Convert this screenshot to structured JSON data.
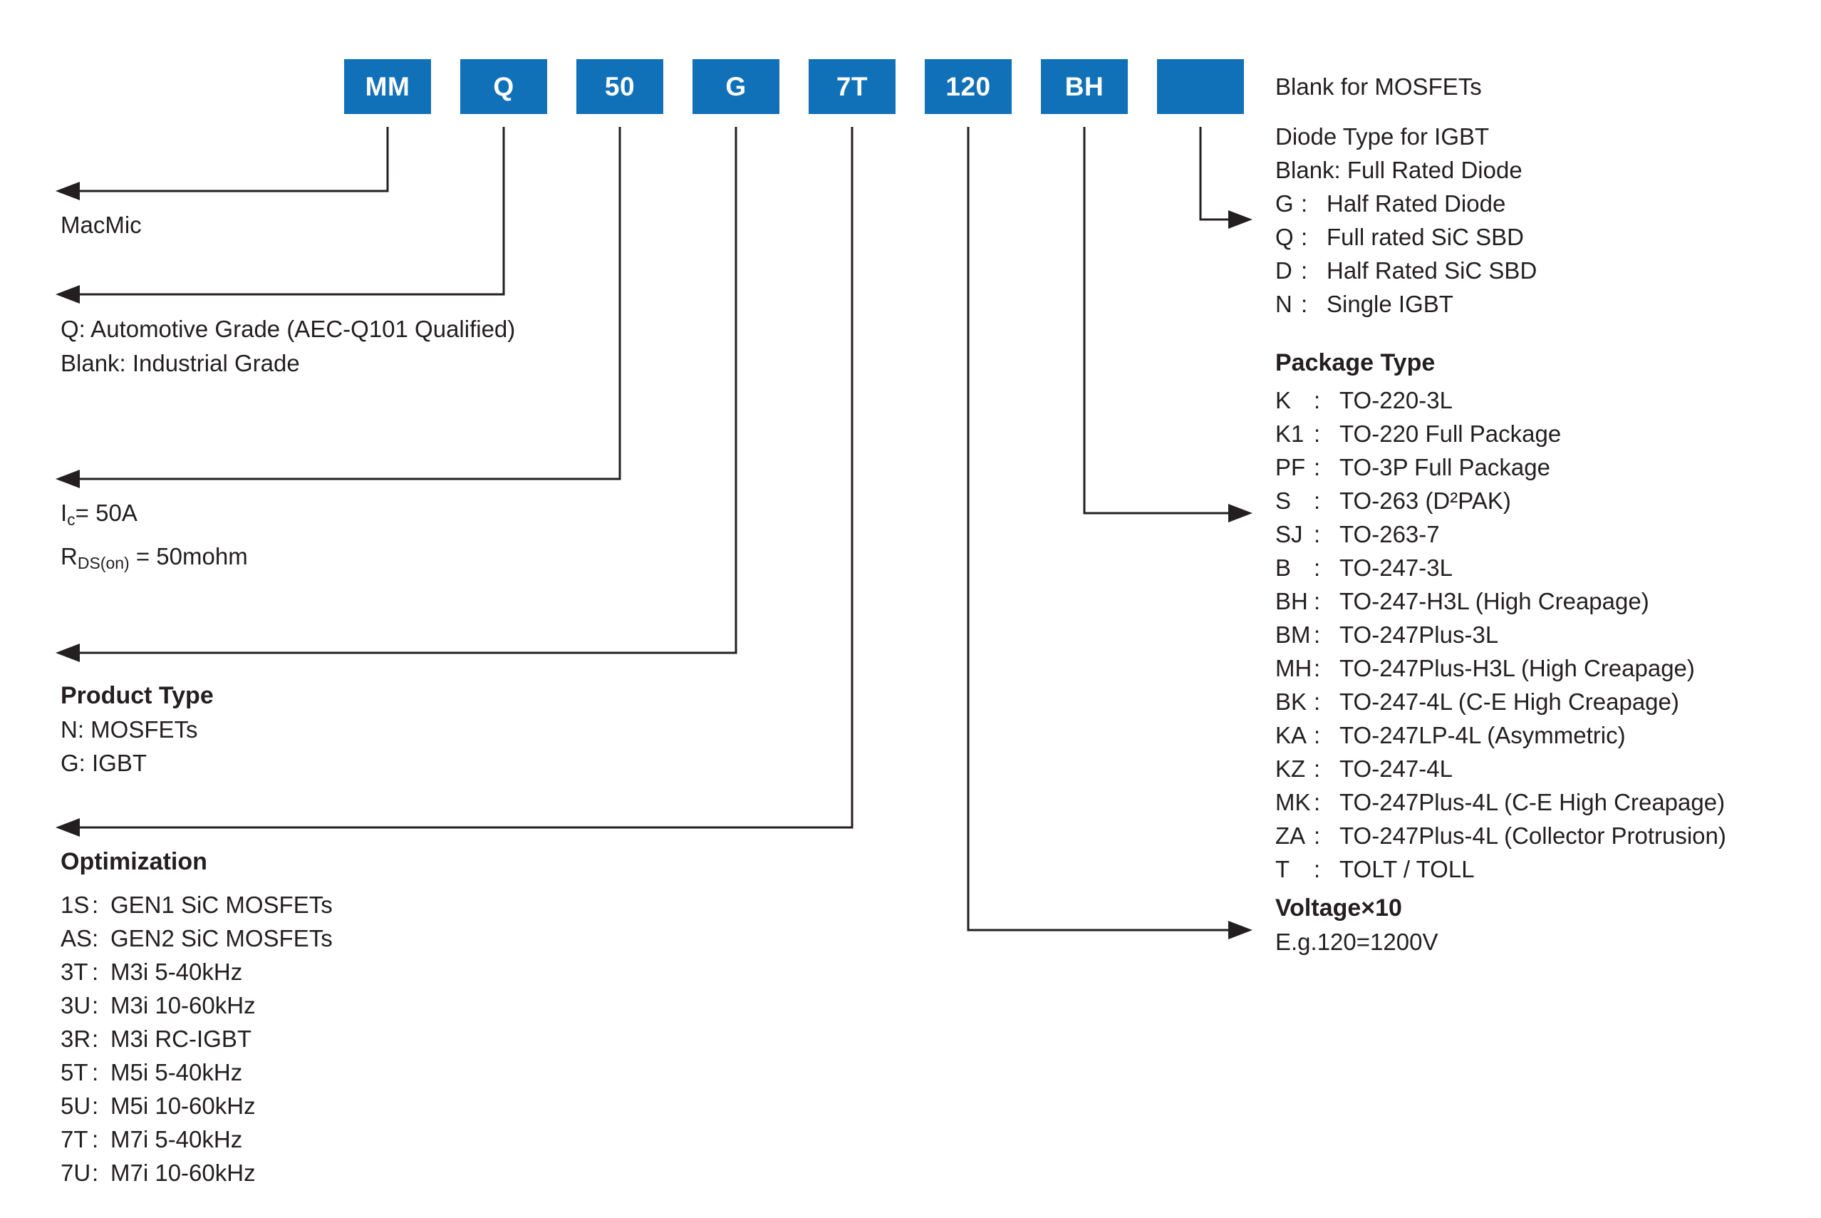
{
  "sep": ":",
  "colors": {
    "box_blue": "#1171b8",
    "ink": "#231f20"
  },
  "part_code": {
    "segments": [
      {
        "label": "MM"
      },
      {
        "label": "Q"
      },
      {
        "label": "50"
      },
      {
        "label": "G"
      },
      {
        "label": "7T"
      },
      {
        "label": "120"
      },
      {
        "label": "BH"
      },
      {
        "label": ""
      }
    ]
  },
  "left_callouts": {
    "brand": "MacMic",
    "grade": [
      "Q: Automotive Grade (AEC-Q101 Qualified)",
      "Blank: Industrial Grade"
    ],
    "current": {
      "main": "I",
      "sub": "c",
      "rest": "= 50A"
    },
    "rds": {
      "main": "R",
      "sub": "DS(on)",
      "rest": " = 50mohm"
    },
    "product_type": {
      "heading": "Product Type",
      "items": [
        "N: MOSFETs",
        "G: IGBT"
      ]
    },
    "optimization": {
      "heading": "Optimization",
      "items": [
        {
          "key": "1S",
          "desc": "GEN1 SiC MOSFETs"
        },
        {
          "key": "AS",
          "desc": "GEN2 SiC MOSFETs"
        },
        {
          "key": "3T",
          "desc": "M3i 5-40kHz"
        },
        {
          "key": "3U",
          "desc": "M3i 10-60kHz"
        },
        {
          "key": "3R",
          "desc": "M3i RC-IGBT"
        },
        {
          "key": "5T",
          "desc": "M5i 5-40kHz"
        },
        {
          "key": "5U",
          "desc": "M5i 10-60kHz"
        },
        {
          "key": "7T",
          "desc": "M7i 5-40kHz"
        },
        {
          "key": "7U",
          "desc": "M7i 10-60kHz"
        }
      ]
    }
  },
  "right_callouts": {
    "blank_note": "Blank for MOSFETs",
    "diode": {
      "heading": "Diode Type for IGBT",
      "blank_line": "Blank: Full Rated Diode",
      "items": [
        {
          "key": "G",
          "desc": "Half Rated Diode"
        },
        {
          "key": "Q",
          "desc": "Full rated SiC SBD"
        },
        {
          "key": "D",
          "desc": "Half Rated SiC SBD"
        },
        {
          "key": "N",
          "desc": "Single IGBT"
        }
      ]
    },
    "package": {
      "heading": "Package Type",
      "items": [
        {
          "key": "K",
          "desc": "TO-220-3L"
        },
        {
          "key": "K1",
          "desc": "TO-220 Full Package"
        },
        {
          "key": "PF",
          "desc": "TO-3P Full Package"
        },
        {
          "key": "S",
          "desc": "TO-263 (D²PAK)"
        },
        {
          "key": "SJ",
          "desc": "TO-263-7"
        },
        {
          "key": "B",
          "desc": "TO-247-3L"
        },
        {
          "key": "BH",
          "desc": "TO-247-H3L (High Creapage)"
        },
        {
          "key": "BM",
          "desc": "TO-247Plus-3L"
        },
        {
          "key": "MH",
          "desc": "TO-247Plus-H3L (High Creapage)"
        },
        {
          "key": "BK",
          "desc": "TO-247-4L (C-E High Creapage)"
        },
        {
          "key": "KA",
          "desc": "TO-247LP-4L (Asymmetric)"
        },
        {
          "key": "KZ",
          "desc": "TO-247-4L"
        },
        {
          "key": "MK",
          "desc": "TO-247Plus-4L (C-E High Creapage)"
        },
        {
          "key": "ZA",
          "desc": "TO-247Plus-4L (Collector Protrusion)"
        },
        {
          "key": "T",
          "desc": "TOLT / TOLL"
        }
      ]
    },
    "voltage": {
      "heading": "Voltage×10",
      "example": "E.g.120=1200V"
    }
  }
}
